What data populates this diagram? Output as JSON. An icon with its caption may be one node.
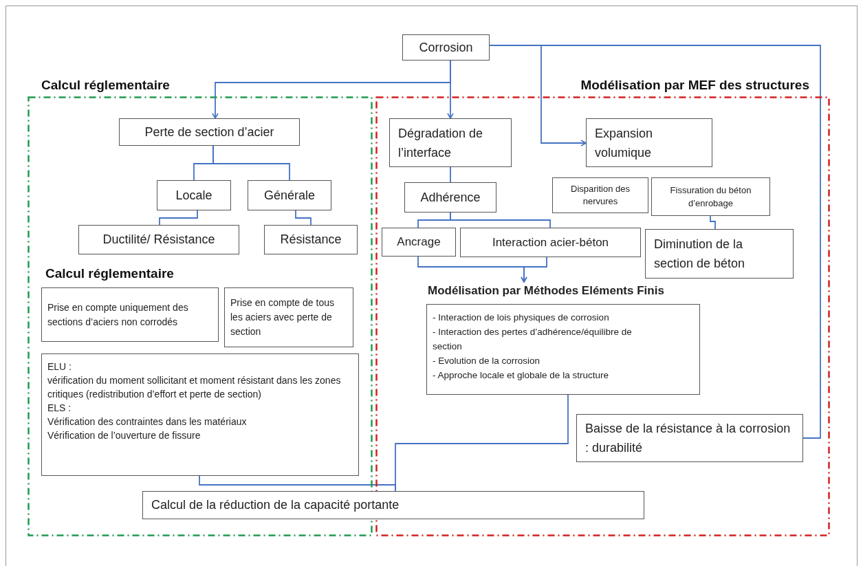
{
  "diagram": {
    "nodes": [
      {
        "text": [
          "Corrosion"
        ]
      },
      {
        "text": [
          "Calcul réglementaire"
        ]
      },
      {
        "text": [
          "Modélisation par MEF des structures"
        ]
      },
      {
        "text": [
          "Perte de section d’acier"
        ],
        "in": 1
      },
      {
        "text": [
          "Locale"
        ],
        "in": 1
      },
      {
        "text": [
          "Générale"
        ],
        "in": 1
      },
      {
        "text": [
          "Ductilité/ Résistance"
        ],
        "in": 1
      },
      {
        "text": [
          "Résistance"
        ],
        "in": 1
      },
      {
        "text": [
          "Prise en compte uniquement des sections d’aciers non corrodés"
        ],
        "in": 1
      },
      {
        "text": [
          "Prise en compte de tous les aciers avec perte de section"
        ],
        "in": 1
      },
      {
        "text": [
          "ELU :",
          "vérification du moment sollicitant et moment résistant dans les zones critiques (redistribution d’effort et perte de section)",
          "ELS :",
          "Vérification des contraintes dans les matériaux",
          "Vérification de l’ouverture de fissure"
        ],
        "in": 1
      },
      {
        "text": [
          "Dégradation de l’interface"
        ],
        "in": 2
      },
      {
        "text": [
          "Expansion volumique"
        ],
        "in": 2
      },
      {
        "text": [
          "Adhérence"
        ],
        "in": 2
      },
      {
        "text": [
          "Disparition des nervures"
        ],
        "in": 2
      },
      {
        "text": [
          "Fissuration du béton d’enrobage"
        ],
        "in": 2
      },
      {
        "text": [
          "Ancrage"
        ],
        "in": 2
      },
      {
        "text": [
          "Interaction acier-béton"
        ],
        "in": 2
      },
      {
        "text": [
          "Diminution de la section de béton"
        ],
        "in": 2
      },
      {
        "text": [
          "Modélisation par Méthodes Eléments Finis"
        ],
        "in": 2
      },
      {
        "text": [
          "- Interaction de lois physiques de corrosion",
          "- Interaction des pertes d’adhérence/équilibre de section",
          "- Evolution de la corrosion",
          "- Approche locale et globale de la structure"
        ],
        "in": 2
      },
      {
        "text": [
          "Baisse de la résistance à la corrosion : durabilité"
        ],
        "in": 2
      },
      {
        "text": [
          "Calcul de la réduction de la capacité portante"
        ]
      }
    ],
    "edges": [
      {
        "from": 0,
        "to": 3,
        "arrow": "to"
      },
      {
        "from": 0,
        "to": 11,
        "arrow": "to"
      },
      {
        "from": 0,
        "to": 12,
        "arrow": "to"
      },
      {
        "from": 0,
        "to": 21,
        "arrow": "none"
      },
      {
        "from": 3,
        "to": 4,
        "arrow": "none"
      },
      {
        "from": 3,
        "to": 5,
        "arrow": "none"
      },
      {
        "from": 4,
        "to": 6,
        "arrow": "none"
      },
      {
        "from": 5,
        "to": 7,
        "arrow": "none"
      },
      {
        "from": 11,
        "to": 13,
        "arrow": "none"
      },
      {
        "from": 13,
        "to": 16,
        "arrow": "none"
      },
      {
        "from": 13,
        "to": 17,
        "arrow": "none"
      },
      {
        "from": 16,
        "to": 19,
        "arrow": "to"
      },
      {
        "from": 17,
        "to": 19,
        "arrow": "to"
      },
      {
        "from": 15,
        "to": 18,
        "arrow": "none"
      },
      {
        "from": 10,
        "to": 22,
        "arrow": "none"
      },
      {
        "from": 20,
        "to": 22,
        "arrow": "none"
      }
    ],
    "labels": [
      "Calcul réglementaire"
    ]
  }
}
